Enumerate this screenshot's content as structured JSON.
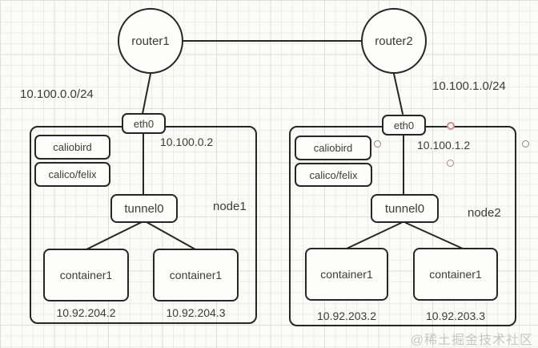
{
  "colors": {
    "stroke": "#262626",
    "text": "#3b3b3b",
    "background": "#fbfbf8",
    "grid_line": "#ecece8",
    "handle_pink": "#cf8c90",
    "handle_gray": "#8d8580",
    "watermark": "#c6c6c6"
  },
  "diagram": {
    "routers": [
      {
        "label": "router1"
      },
      {
        "label": "router2"
      }
    ],
    "subnets": [
      {
        "label": "10.100.0.0/24"
      },
      {
        "label": "10.100.1.0/24"
      }
    ],
    "nodes": [
      {
        "name": "node1",
        "interface": "eth0",
        "interface_ip": "10.100.0.2",
        "agents": [
          "caliobird",
          "calico/felix"
        ],
        "tunnel": "tunnel0",
        "containers": [
          {
            "label": "container1",
            "ip": "10.92.204.2"
          },
          {
            "label": "container1",
            "ip": "10.92.204.3"
          }
        ]
      },
      {
        "name": "node2",
        "interface": "eth0",
        "interface_ip": "10.100.1.2",
        "agents": [
          "caliobird",
          "calico/felix"
        ],
        "tunnel": "tunnel0",
        "containers": [
          {
            "label": "container1",
            "ip": "10.92.203.2"
          },
          {
            "label": "container1",
            "ip": "10.92.203.3"
          }
        ]
      }
    ],
    "watermark": "@稀土掘金技术社区"
  }
}
